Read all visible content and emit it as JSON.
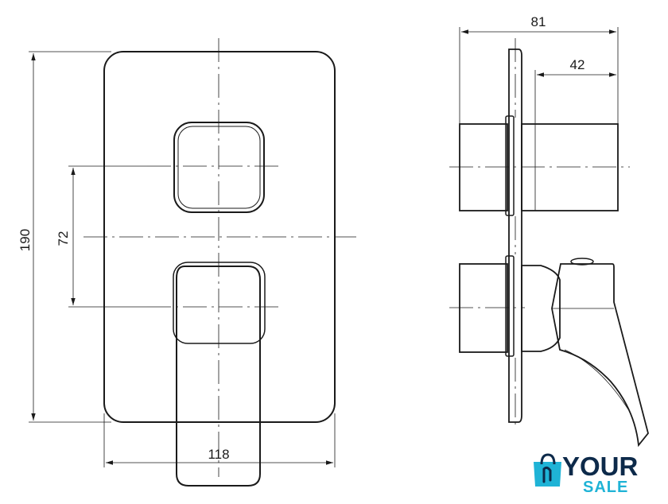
{
  "dimensions": {
    "height": "190",
    "handle_spacing": "72",
    "width": "118",
    "depth": "81",
    "depth_partial": "42"
  },
  "logo": {
    "word1": "YOUR",
    "word2": "SALE",
    "color_primary": "#0d2a4a",
    "color_accent": "#1fb3d6",
    "icon": "shopping-bag-icon"
  }
}
